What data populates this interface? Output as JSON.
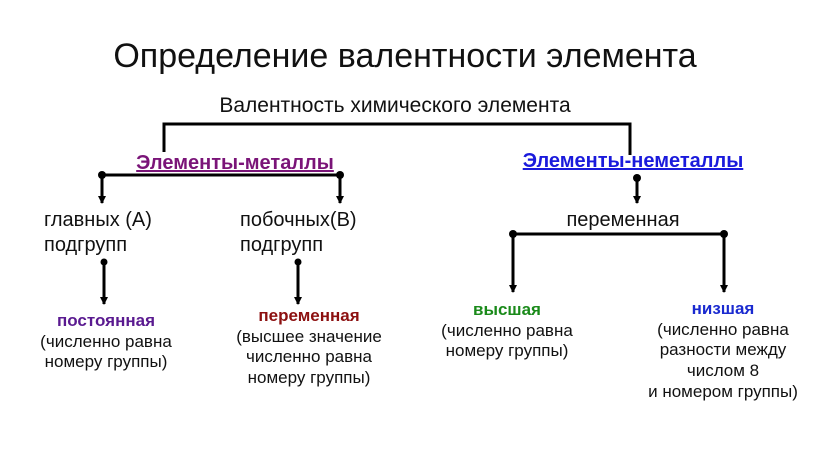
{
  "title": "Определение валентности элемента",
  "root": "Валентность химического элемента",
  "metals": {
    "label": "Элементы-металлы",
    "main": {
      "line1": "главных (А)",
      "line2": "подгрупп",
      "type": "постоянная",
      "desc": [
        "(численно равна",
        "номеру группы)"
      ]
    },
    "side": {
      "line1": "побочных(В)",
      "line2": "подгрупп",
      "type": "переменная",
      "desc": [
        "(высшее значение",
        "численно равна",
        "номеру группы)"
      ]
    }
  },
  "nonmetals": {
    "label": "Элементы-неметаллы",
    "variable": "переменная",
    "higher": {
      "type": "высшая",
      "desc": [
        "(численно равна",
        "номеру группы)"
      ]
    },
    "lower": {
      "type": "низшая",
      "desc": [
        "(численно равна",
        "разности между",
        "числом 8",
        "и номером группы)"
      ]
    }
  },
  "colors": {
    "metals": "#7a1478",
    "nonmetals": "#1a1adc",
    "constant": "#5a1a90",
    "variable": "#8c1010",
    "higher": "#1a8a1a",
    "lower": "#1a2ad0"
  }
}
